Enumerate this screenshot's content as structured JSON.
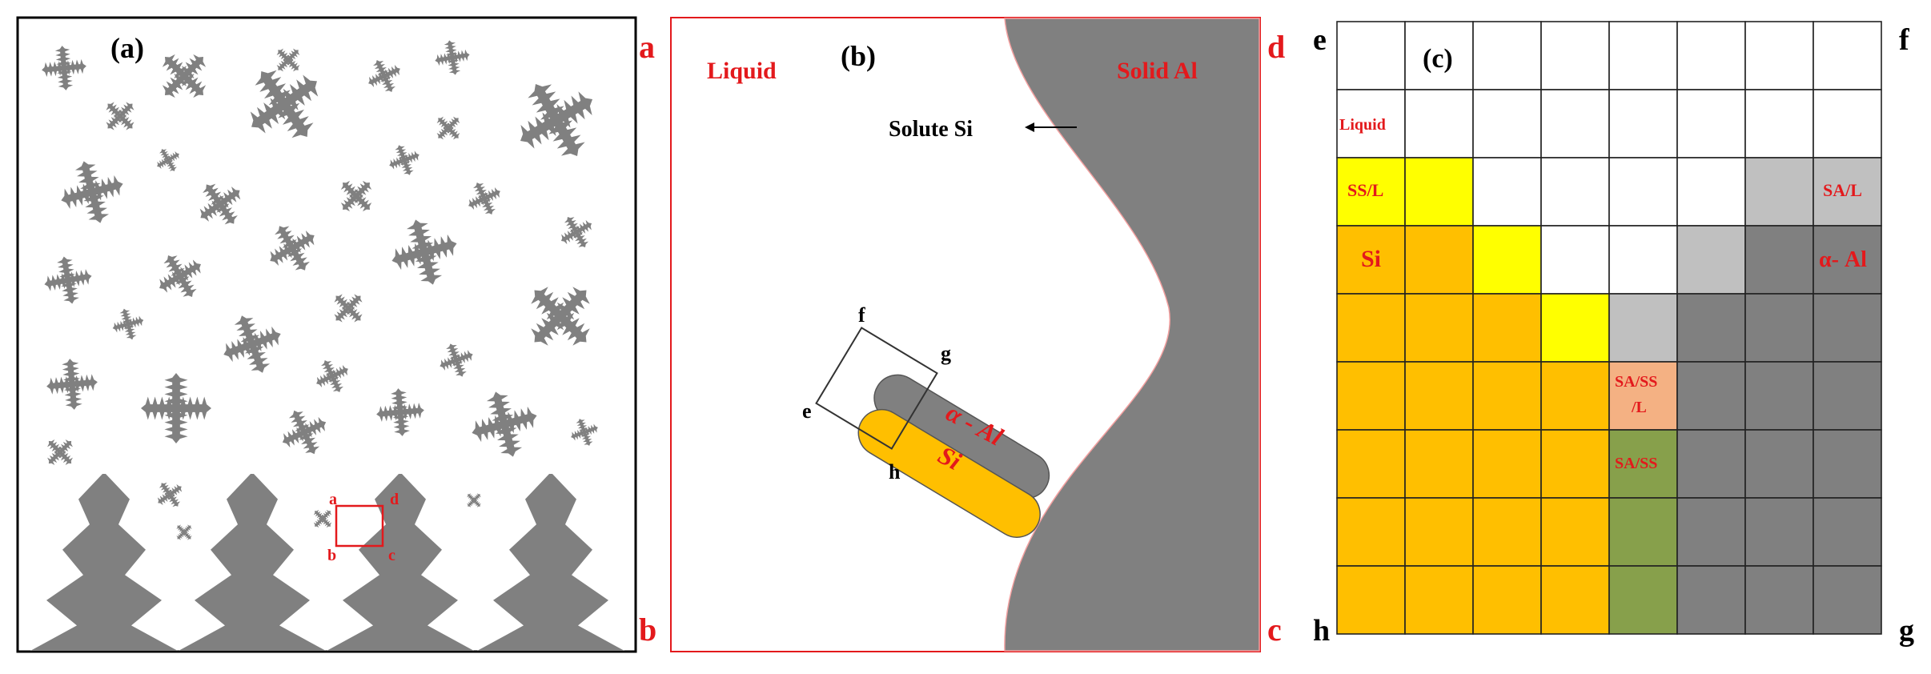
{
  "panel_a": {
    "label": "(a)",
    "corner_top": "a",
    "corner_bottom": "b",
    "box_labels": {
      "tl": "a",
      "tr": "d",
      "bl": "b",
      "br": "c"
    }
  },
  "panel_b": {
    "label": "(b)",
    "liquid": "Liquid",
    "solid": "Solid Al",
    "solute": "Solute Si",
    "alpha_al": "α - Al",
    "si": "Si",
    "corner_top": "d",
    "corner_bottom": "c",
    "box_labels": {
      "e": "e",
      "f": "f",
      "g": "g",
      "h": "h"
    }
  },
  "panel_c": {
    "label": "(c)",
    "corners": {
      "e": "e",
      "f": "f",
      "h": "h",
      "g": "g"
    },
    "cell_text": {
      "liquid": "Liquid",
      "ssl": "SS/L",
      "sal": "SA/L",
      "si": "Si",
      "alpha": "α- Al",
      "sassl_1": "SA/SS",
      "sassl_2": "/L",
      "sass": "SA/SS"
    },
    "colors": {
      "W": "#ffffff",
      "Y": "#ffff00",
      "O": "#ffbf00",
      "G": "#c0c0c0",
      "D": "#808080",
      "P": "#f4b183",
      "V": "#87a04b"
    },
    "grid": [
      "WWWWWWWW",
      "WWWWWWWW",
      "YYWWWWGG",
      "OOYWWGDD",
      "OOOYGDDD",
      "OOOOPDDD",
      "OOOOVDDD",
      "OOOOVDDD",
      "OOOOVDDD"
    ]
  }
}
